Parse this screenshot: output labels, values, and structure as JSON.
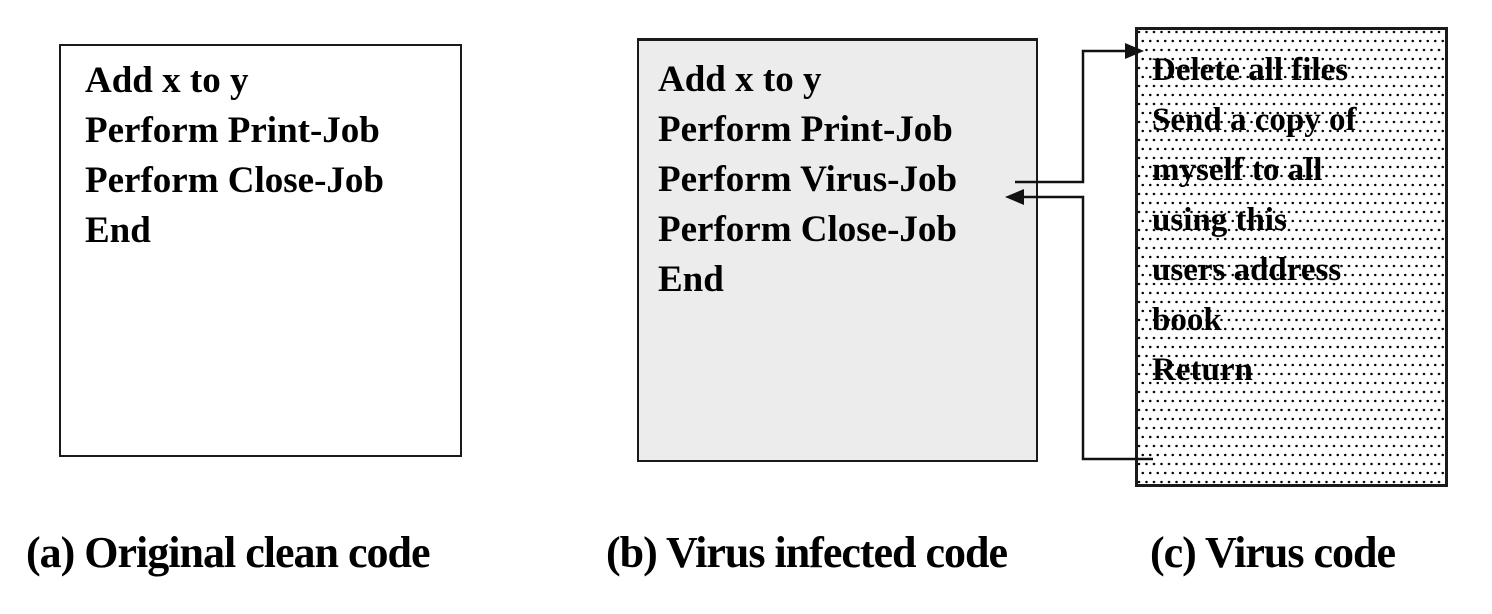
{
  "diagram": {
    "background": "#ffffff",
    "text_color": "#000000",
    "border_color": "#1a1a1a",
    "boxes": {
      "clean": {
        "fill": "#ffffff",
        "lines": [
          "Add x to y",
          "Perform Print-Job",
          "Perform Close-Job",
          "End"
        ],
        "caption": "(a) Original clean code"
      },
      "infected": {
        "fill": "#ececec",
        "lines": [
          "Add x to y",
          "Perform Print-Job",
          "Perform Virus-Job",
          "Perform Close-Job",
          "End"
        ],
        "caption": "(b) Virus infected code"
      },
      "virus": {
        "fill": "#ffffff",
        "pattern": "black-dot-grid",
        "lines": [
          "Delete all files",
          "Send a copy of",
          "myself to all",
          "using this",
          "users address",
          "book",
          "Return"
        ],
        "caption": "(c) Virus code"
      }
    },
    "arrows": [
      {
        "name": "call-arrow",
        "from": "Perform Virus-Job",
        "to": "virus code box top",
        "head_direction": "right"
      },
      {
        "name": "return-arrow",
        "from": "virus code box bottom",
        "to": "Perform Virus-Job",
        "head_direction": "left"
      }
    ]
  }
}
